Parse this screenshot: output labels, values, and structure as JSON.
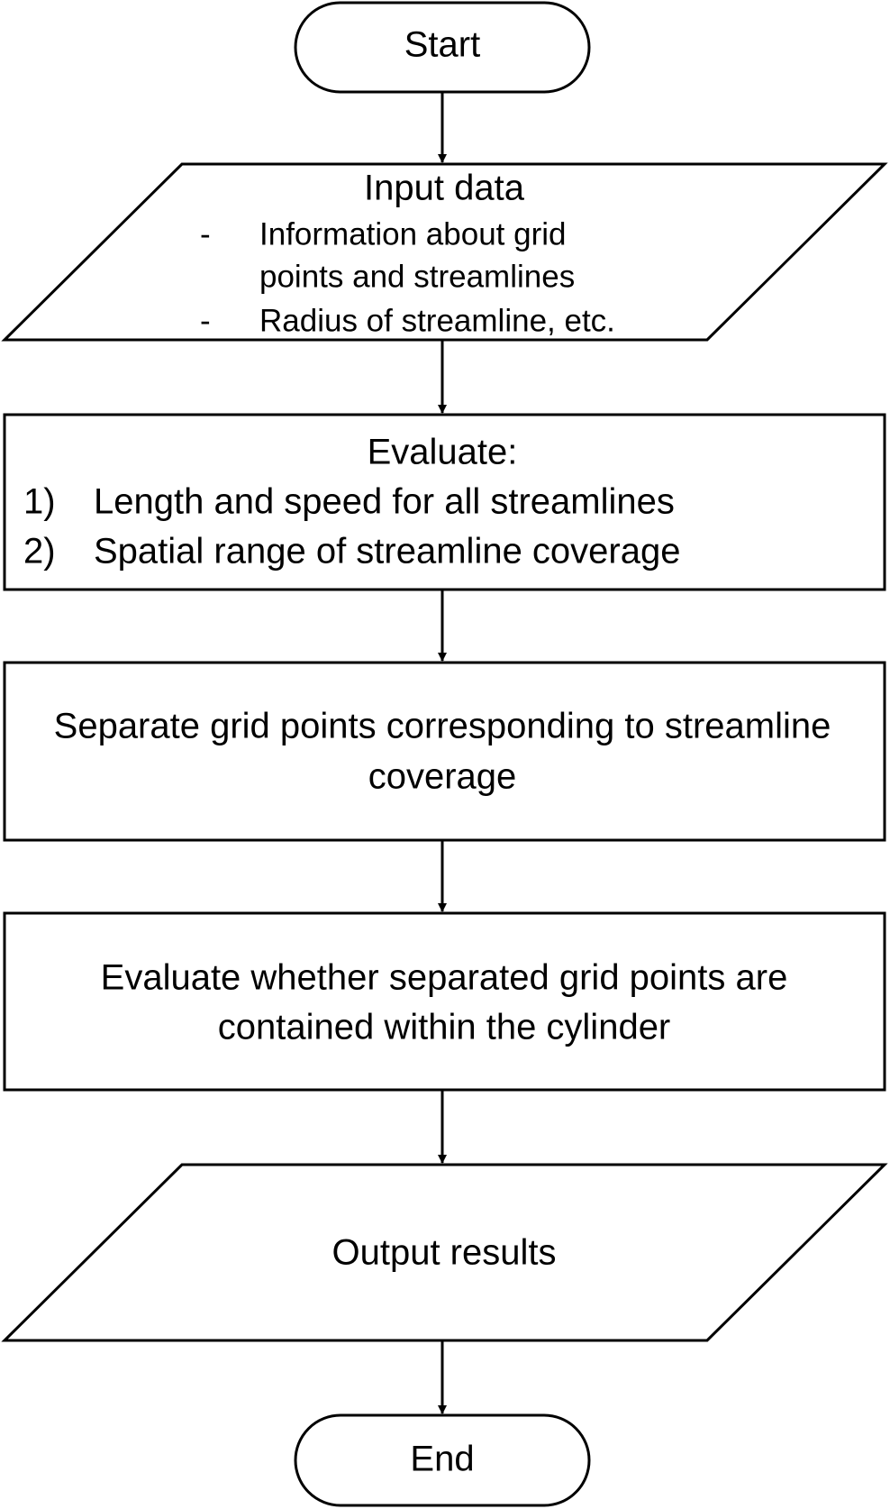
{
  "flowchart": {
    "start": {
      "label": "Start"
    },
    "input": {
      "title": "Input data",
      "items": [
        {
          "bullet": "-",
          "lines": [
            "Information about grid",
            "points and streamlines"
          ]
        },
        {
          "bullet": "-",
          "lines": [
            "Radius of streamline, etc."
          ]
        }
      ]
    },
    "evaluate": {
      "title": "Evaluate:",
      "items": [
        {
          "marker": "1)",
          "text": "Length and speed for all streamlines"
        },
        {
          "marker": "2)",
          "text": "Spatial range of streamline coverage"
        }
      ]
    },
    "separate": {
      "lines": [
        "Separate grid points corresponding to streamline",
        "coverage"
      ]
    },
    "contained": {
      "lines": [
        "Evaluate whether separated grid points are",
        "contained within the cylinder"
      ]
    },
    "output": {
      "label": "Output results"
    },
    "end": {
      "label": "End"
    }
  },
  "colors": {
    "stroke": "#000000",
    "fill": "#ffffff",
    "text": "#000000"
  }
}
